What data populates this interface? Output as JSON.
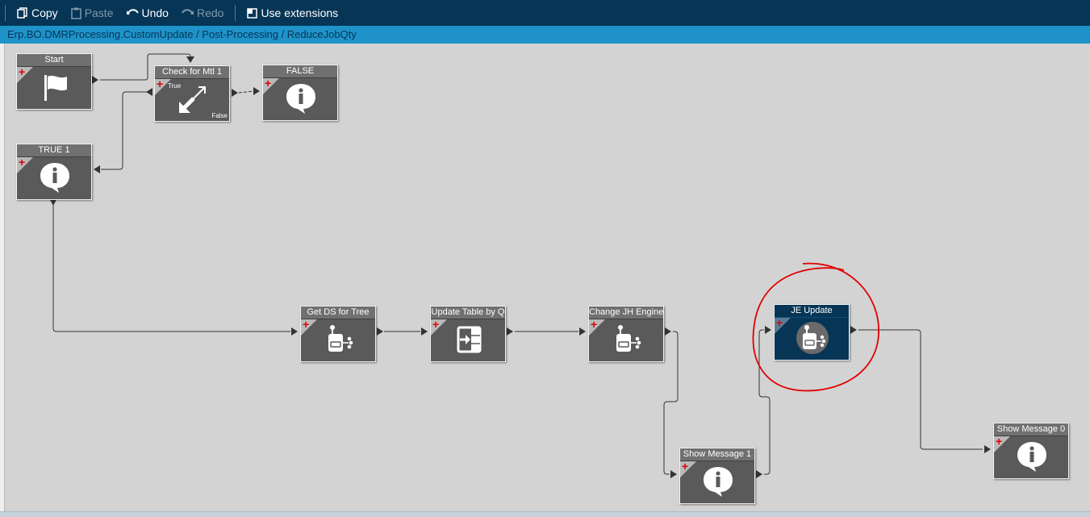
{
  "toolbar": {
    "copy": "Copy",
    "paste": "Paste",
    "undo": "Undo",
    "redo": "Redo",
    "extensions": "Use extensions"
  },
  "breadcrumb": "Erp.BO.DMRProcessing.CustomUpdate / Post-Processing / ReduceJobQty",
  "nodes": {
    "start": {
      "title": "Start"
    },
    "check": {
      "title": "Check for Mtl 1",
      "true_label": "True",
      "false_label": "False"
    },
    "false": {
      "title": "FALSE"
    },
    "true1": {
      "title": "TRUE 1"
    },
    "getds": {
      "title": "Get DS for Tree"
    },
    "updatetable": {
      "title": "Update Table by Q"
    },
    "changejh": {
      "title": "Change JH Engineer"
    },
    "jeupdate": {
      "title": "JE Update"
    },
    "showmsg1": {
      "title": "Show Message 1"
    },
    "showmsg0": {
      "title": "Show Message 0"
    }
  },
  "colors": {
    "toolbar": "#063556",
    "pathbar": "#1f93c9",
    "node": "#5a5a5a",
    "selected_node": "#063556",
    "annotation": "#e10000"
  },
  "icons": {
    "copy": "copy-icon",
    "paste": "paste-icon",
    "undo": "undo-icon",
    "redo": "redo-icon",
    "extensions": "extensions-icon",
    "start": "flag-icon",
    "condition": "condition-icon",
    "message": "info-bubble-icon",
    "invoke_bo": "invoke-method-icon",
    "update_table": "update-table-icon"
  }
}
